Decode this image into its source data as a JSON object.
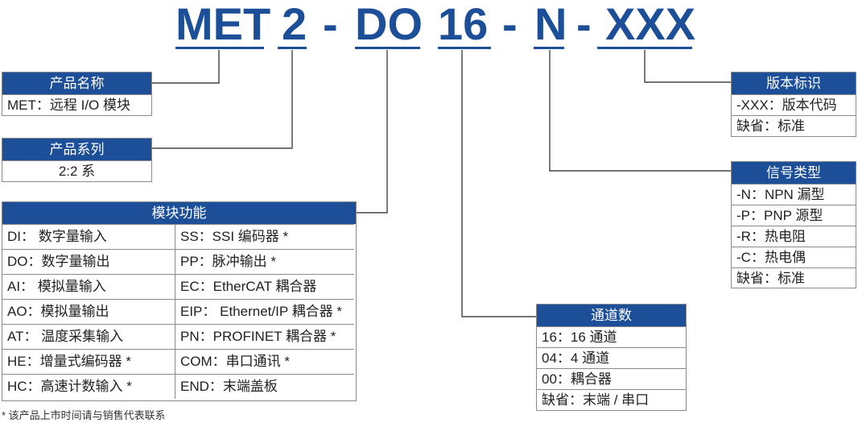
{
  "code": {
    "parts": [
      "MET",
      "2",
      "-",
      "DO",
      "16",
      "-",
      "N",
      "-",
      "XXX"
    ]
  },
  "product_name": {
    "title": "产品名称",
    "rows": [
      "MET：远程 I/O 模块"
    ]
  },
  "product_series": {
    "title": "产品系列",
    "rows": [
      "2:2 系"
    ]
  },
  "module_function": {
    "title": "模块功能",
    "left": [
      "DI：  数字量输入",
      "DO：数字量输出",
      "AI：  模拟量输入",
      "AO：模拟量输出",
      "AT：  温度采集输入",
      "HE：增量式编码器 *",
      "HC：高速计数输入 *"
    ],
    "right": [
      "SS：SSI 编码器 *",
      "PP：脉冲输出 *",
      "EC：EtherCAT 耦合器",
      "EIP：  Ethernet/IP 耦合器 *",
      "PN：PROFINET 耦合器 *",
      "COM：串口通讯 *",
      "END：末端盖板"
    ]
  },
  "channels": {
    "title": "通道数",
    "rows": [
      "16：16 通道",
      "04：4 通道",
      "00：耦合器",
      "缺省：末端 / 串口"
    ]
  },
  "signal_type": {
    "title": "信号类型",
    "rows": [
      "-N：NPN 漏型",
      "-P：PNP 源型",
      "-R：热电阻",
      "-C：热电偶",
      "缺省：标准"
    ]
  },
  "version": {
    "title": "版本标识",
    "rows": [
      "-XXX：版本代码",
      "缺省：标准"
    ]
  },
  "footnote": "* 该产品上市时间请与销售代表联系",
  "colors": {
    "brand_blue": "#1c4f98",
    "border_gray": "#8a8a8a"
  }
}
